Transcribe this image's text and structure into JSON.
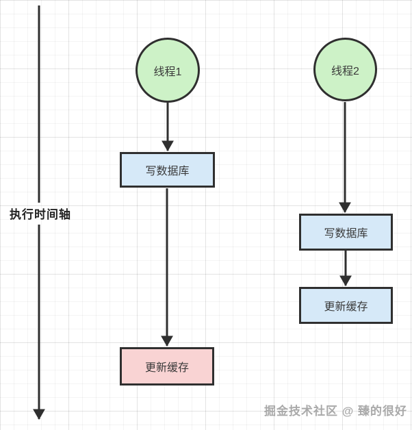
{
  "diagram": {
    "title_none": "",
    "timeline": {
      "label": "执行时间轴"
    },
    "threads": {
      "t1": {
        "name": "线程1",
        "step1": "写数据库",
        "step2": "更新缓存"
      },
      "t2": {
        "name": "线程2",
        "step1": "写数据库",
        "step2": "更新缓存"
      }
    },
    "watermark": {
      "text": "掘金技术社区 @ 臻的很好"
    },
    "colors": {
      "thread_node_fill": "#cdf2c7",
      "db_step_fill": "#d6e9f8",
      "t1_cache_step_fill": "#f9d3d3",
      "node_border": "#2f2f2f",
      "arrow": "#2f2f2f",
      "grid_line": "#ececec",
      "watermark_text": "#a9a9a9"
    }
  }
}
